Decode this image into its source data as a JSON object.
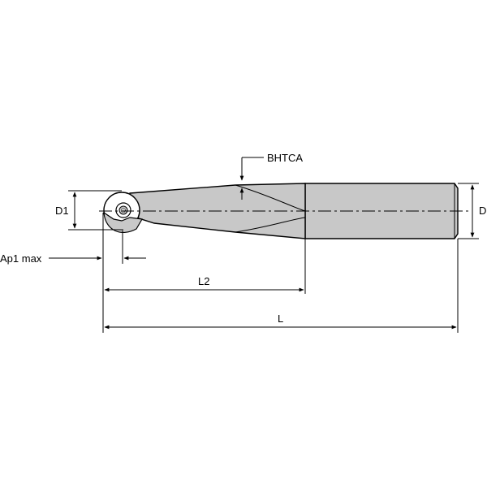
{
  "labels": {
    "bhtca": "BHTCA",
    "d1": "D1",
    "d": "D",
    "ap1_max": "Ap1 max",
    "l2": "L2",
    "l": "L"
  },
  "colors": {
    "tool_fill": "#c8c8c8",
    "line": "#000000",
    "background": "#ffffff"
  }
}
